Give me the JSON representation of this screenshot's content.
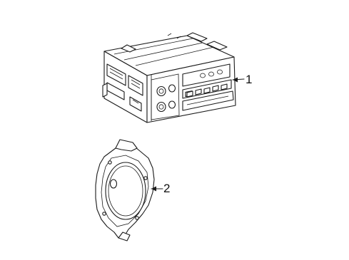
{
  "callouts": [
    {
      "id": "1",
      "label": "1",
      "part": "radio-receiver-unit"
    },
    {
      "id": "2",
      "label": "2",
      "part": "speaker"
    }
  ]
}
